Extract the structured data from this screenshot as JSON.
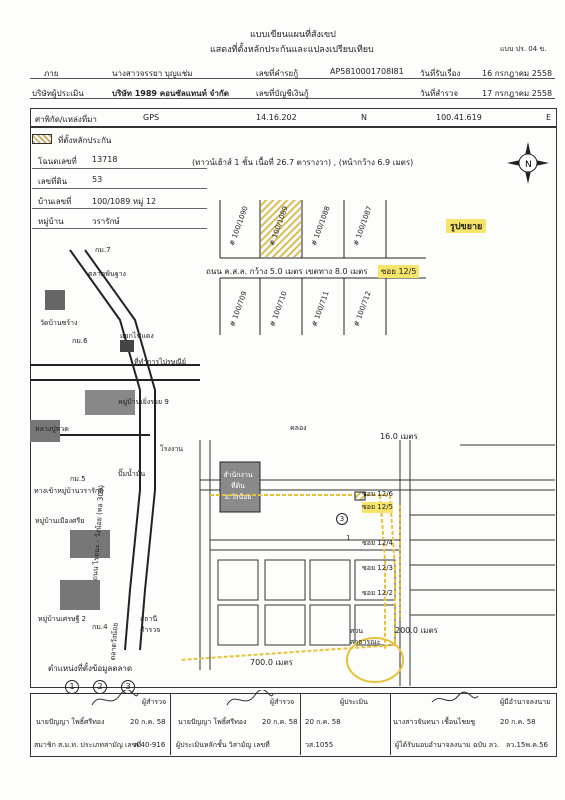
{
  "header": {
    "title": "แบบเขียนแผนที่สังเขป",
    "subtitle": "แสดงที่ตั้งหลักประกันและแปลงเปรียบเทียบ",
    "form_no": "แบบ ปร. 04 ข."
  },
  "info": {
    "owner_label": "ภาย",
    "owner": "นางสาวจรรยา  บุญแช่ม",
    "job_no_label": "เลขที่คำรยกู้",
    "job_no": "AP5810001708I81",
    "received_label": "วันที่รับเรื่อง",
    "received": "16 กรกฎาคม 2558",
    "company_label": "บริษัทผู้ประเมิน",
    "company": "บริษัท 1989 คอนซัลแทนท์ จำกัด",
    "account_label": "เลขที่บัญชีเงินกู้",
    "survey_label": "วันที่สำรวจ",
    "survey": "17 กรกฎาคม 2558"
  },
  "coords": {
    "label": "ศาพิกัด/แหล่งที่มา",
    "source": "GPS",
    "north": "14.16.202",
    "n": "N",
    "east": "100.41.619",
    "e": "E"
  },
  "legend": {
    "collateral": "ที่ตั้งหลักประกัน",
    "deed_label": "โฉนดเลขที่",
    "deed": "13718",
    "land_no_label": "เลขที่ดิน",
    "land_no": "53",
    "house_label": "บ้านเลขที่",
    "house": "100/1089 หมู่ 12",
    "village_label": "หมู่บ้าน",
    "village": "วรารักษ์"
  },
  "note": "(ทาวน์เฮ้าส์ 1 ชั้น  เนื้อที่ 26.7 ตารางวา) , (หน้ากว้าง 6.9 เมตร)",
  "plan": {
    "enlarge": "รูปขยาย",
    "road": "ถนน ค.ส.ล. กว้าง 5.0 เมตร เขตทาง 8.0 เมตร",
    "soi": "ซอย 12/5",
    "top_lots": [
      "# 100/1090",
      "# 100/1089",
      "# 100/1088",
      "# 100/1087"
    ],
    "bottom_lots": [
      "# 100/709",
      "# 100/710",
      "# 100/711",
      "# 100/712"
    ]
  },
  "map": {
    "labels": {
      "km7": "กม.7",
      "shop": "ตลาดพ้นฐาง",
      "temple": "วัดบ้านซร้าง",
      "km6": "กม.6",
      "seven": "แยกไฟแดง",
      "office": "ที่ทำการไปรษณีย์",
      "village9": "หมู่บ้านเยิ่งรวย 9",
      "statue": "หลวงปู่ทวด",
      "factory": "โรงงาน",
      "gas": "ปั๊มน้ำมัน",
      "km5": "กม.5",
      "nearby": "ทางเข้าหมู่บ้านวรารักษ์",
      "village_b": "หมู่บ้านเมืองศรีย",
      "highway": "ถนน ไรจนะ - วังน้อย (ทล 309)",
      "village2": "หมู่บ้านเศรษฐี 2",
      "km4": "กม.4",
      "market": "ตลาดวังน้อย",
      "police": "สถานี ตำรวจ",
      "district": "สำนักงานที่ดิน อ.วังน้อย",
      "river": "คลอง",
      "d16": "16.0 เมตร",
      "d200": "200.0 เมตร",
      "d700": "700.0 เมตร",
      "soi_list": [
        "ซอย 12/6",
        "ซอย 12/5",
        "ซอย 12/4",
        "ซอย 12/3",
        "ซอย 12/2"
      ],
      "park": "สวน สาธารณะ",
      "marker_legend": "ตำแหน่งที่ตั้งข้อมูลตลาด"
    },
    "markers": [
      "1",
      "2",
      "3"
    ]
  },
  "signatures": {
    "surveyor_title": "ผู้สำรวจ",
    "surveyor": "นายปัญญา   โพธิ์ศรีทอง",
    "surveyor_date": "20 ก.ค. 58",
    "surveyor_license_label": "สมาชิก ส.ม.ท. ประเภทสามัญ เลขที่",
    "surveyor_license": "ส.40-916",
    "writer_title": "ผู้สำรวจ",
    "writer": "นายปัญญา   โพธิ์ศรีทอง",
    "writer_date": "20 ก.ค. 58",
    "assessor_label": "ผู้ประเมินหลักชั้น วิสามัญ เลขที่",
    "assessor_no": "วส.1055",
    "evaluator_title": "ผู้ประเมิน",
    "evaluator": "นางสาวจันทนา  เชื้อนไชยชู",
    "evaluator_date": "20 ก.ค. 58",
    "approver_title": "ผู้มีอำนาจลงนาม",
    "approver_note": "ผู้ได้รับมอบอำนาจลงนาม ฉบับ ลว.",
    "approver_date": "ลว.15พ.ค.56",
    "approver_date2": "20 ก.ค. 58"
  }
}
